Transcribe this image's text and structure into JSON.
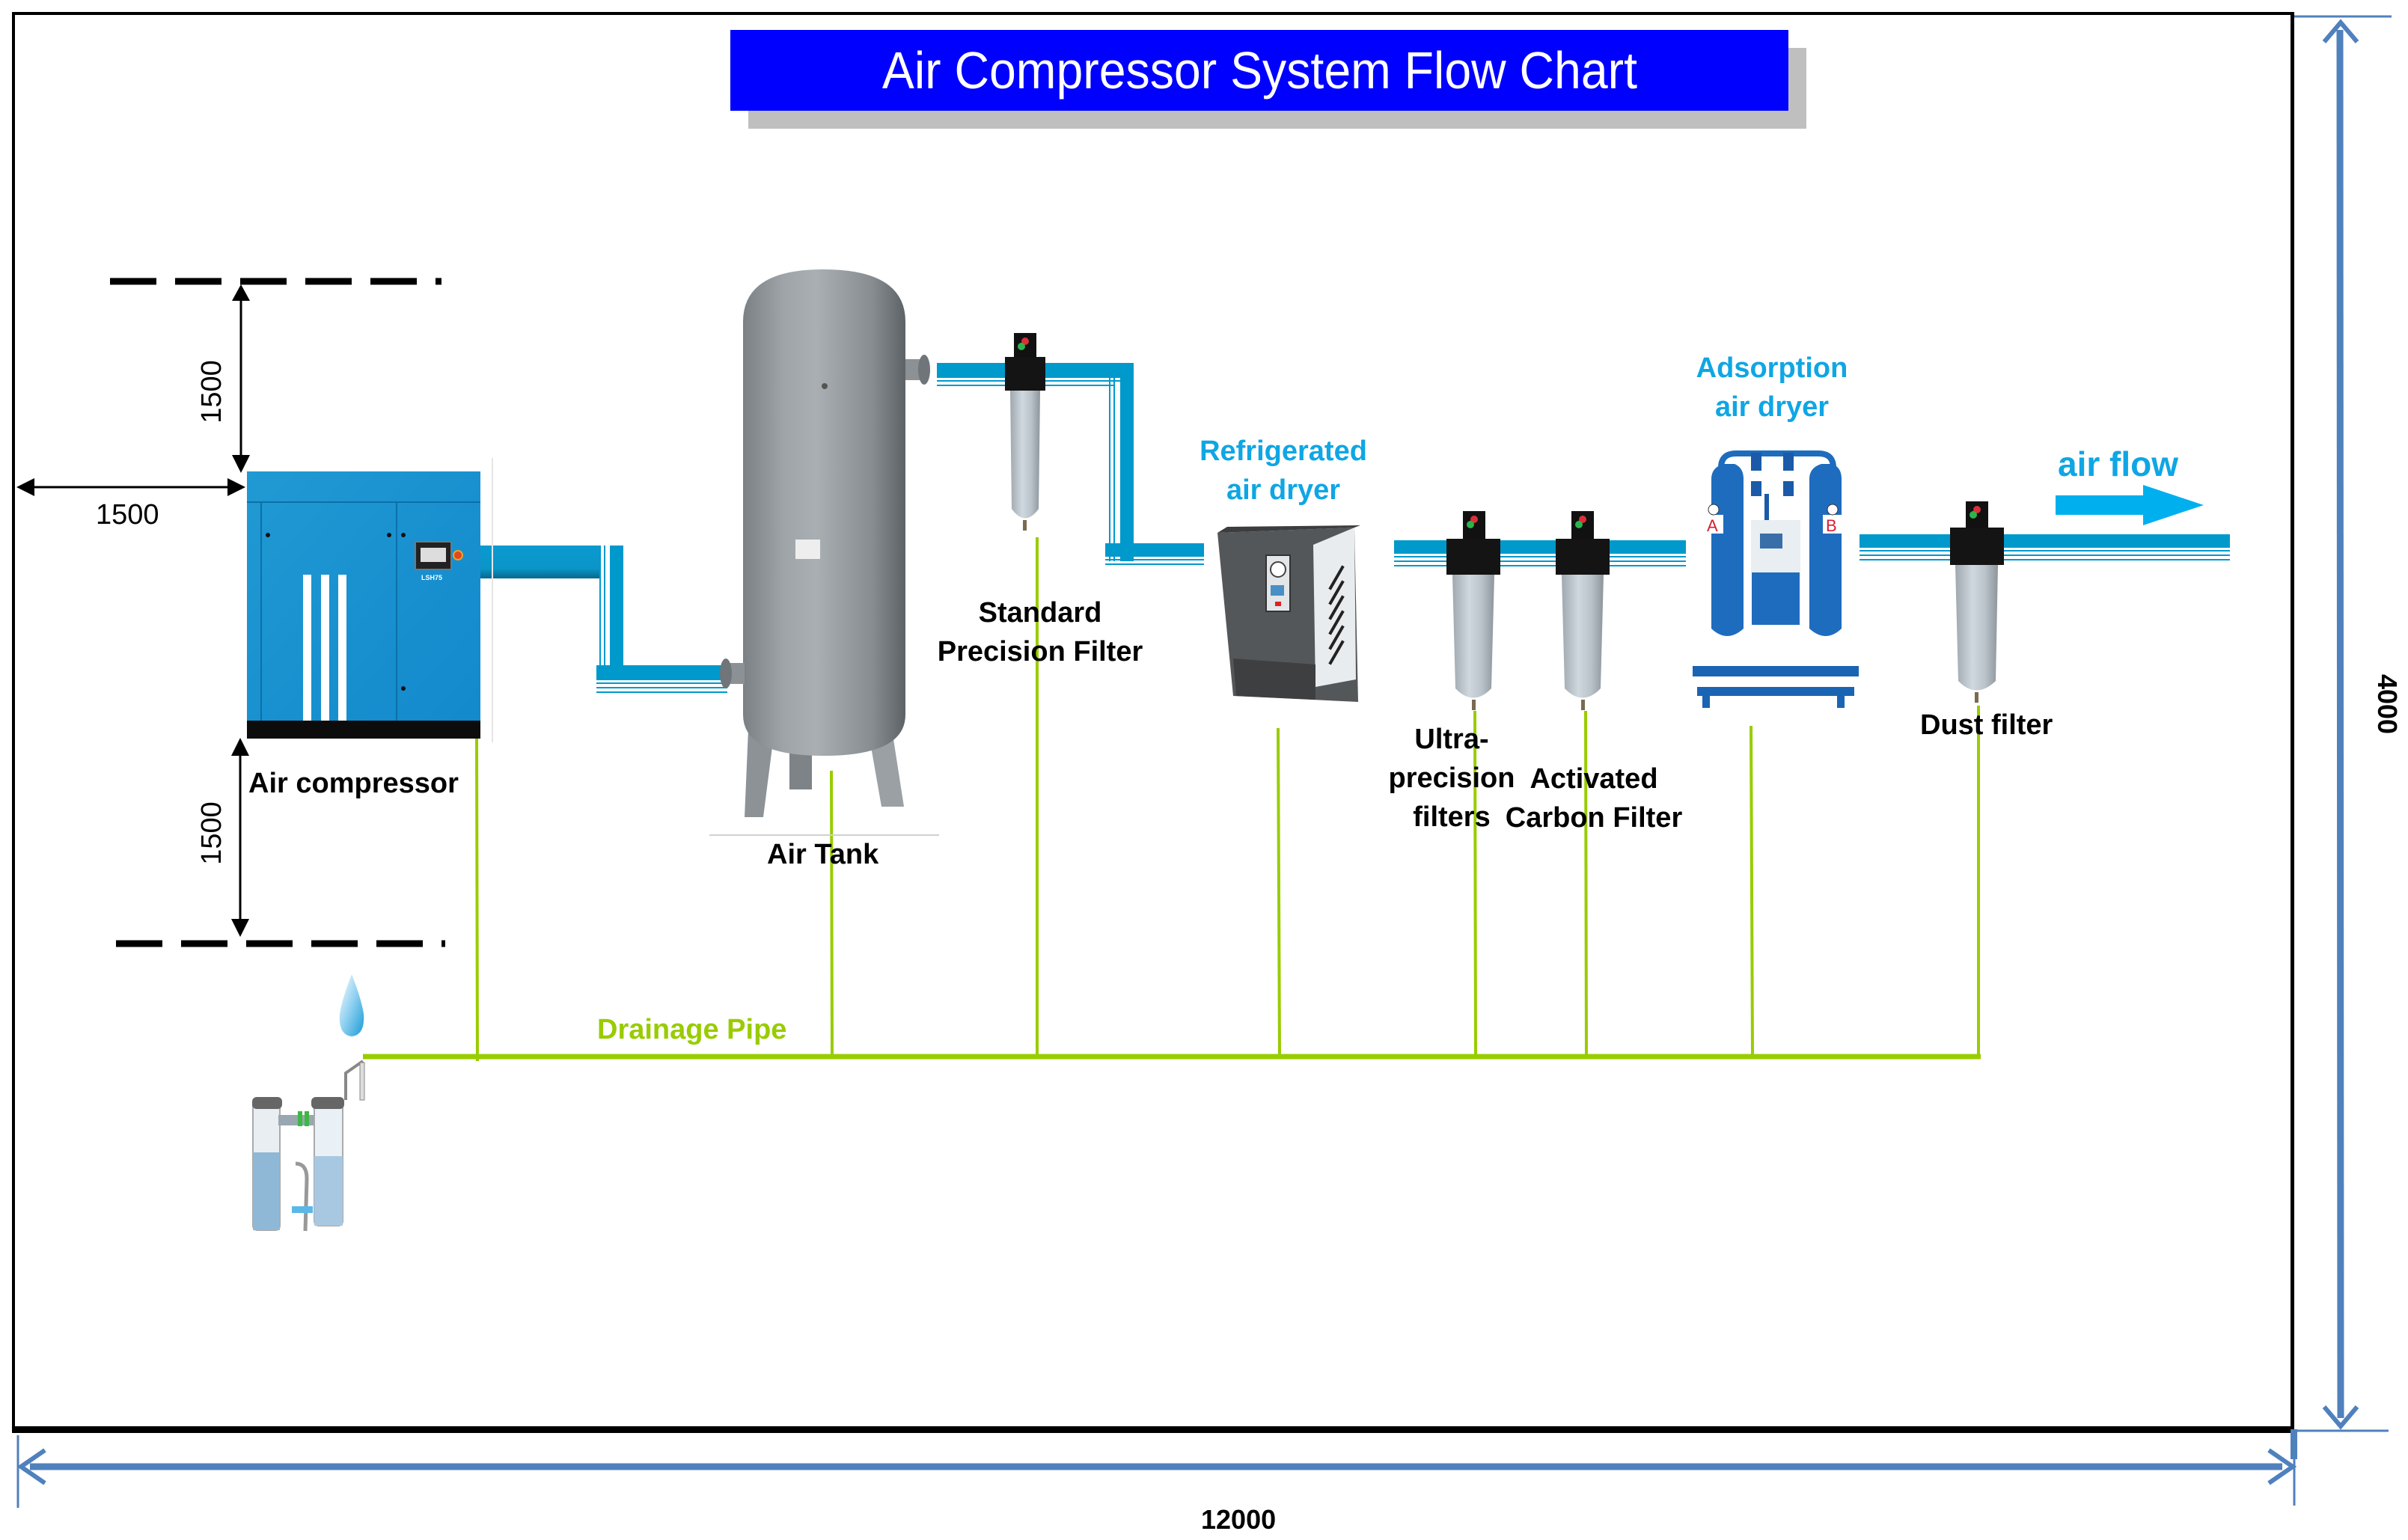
{
  "title": "Air Compressor System Flow Chart",
  "colors": {
    "title_bg": "#0000ff",
    "title_text": "#ffffff",
    "title_shadow": "#bfbfbf",
    "pipe_blue": "#0099cc",
    "label_blue": "#0fa6e4",
    "drain_green": "#99cc00",
    "dimension_blue": "#4f81bd",
    "frame": "#000000"
  },
  "components": [
    {
      "id": "air-compressor",
      "label": "Air compressor",
      "model_text": "LSH75"
    },
    {
      "id": "air-tank",
      "label": "Air Tank"
    },
    {
      "id": "standard-precision-filter",
      "label_lines": [
        "Standard",
        "Precision Filter"
      ]
    },
    {
      "id": "refrigerated-air-dryer",
      "label_lines": [
        "Refrigerated",
        "air dryer"
      ]
    },
    {
      "id": "ultra-precision-filters",
      "label_lines": [
        "Ultra-",
        "precision",
        "filters"
      ]
    },
    {
      "id": "activated-carbon-filter",
      "label_lines": [
        "Activated",
        "Carbon Filter"
      ]
    },
    {
      "id": "adsorption-air-dryer",
      "label_lines": [
        "Adsorption",
        "air dryer"
      ],
      "tower_labels": [
        "A",
        "B"
      ]
    },
    {
      "id": "dust-filter",
      "label": "Dust filter"
    }
  ],
  "air_flow": {
    "label": "air flow",
    "direction": "right"
  },
  "drainage": {
    "label": "Drainage Pipe"
  },
  "dimensions": {
    "clearance_top": "1500",
    "clearance_left": "1500",
    "clearance_bottom": "1500",
    "room_width": "12000",
    "room_height": "4000"
  }
}
